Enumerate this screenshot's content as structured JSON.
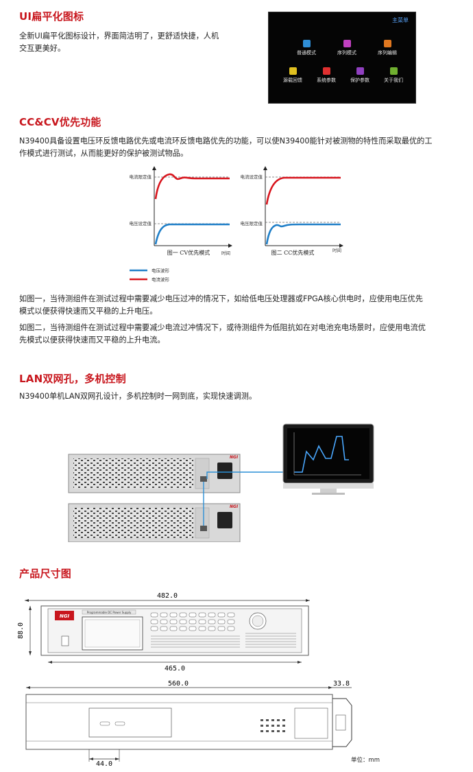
{
  "sections": {
    "ui": {
      "heading": "UI扁平化图标",
      "text_l1": "全新UI扁平化图标设计，界面简洁明了，更舒适快捷，人机",
      "text_l2": "交互更美好。"
    },
    "cccv": {
      "heading": "CC&CV优先功能",
      "text_l1": "N39400具备设置电压环反馈电路优先或电流环反馈电路优先的功能，可以使N39400能针对被测物的特性而采取最优的工",
      "text_l2": "作模式进行测试，从而能更好的保护被测试物品。",
      "para1_l1": "如图一，当待测组件在测试过程中需要减少电压过冲的情况下，如给低电压处理器或FPGA核心供电时，应使用电压优先",
      "para1_l2": "模式以便获得快速而又平稳的上升电压。",
      "para2_l1": "如图二，当待测组件在测试过程中需要减少电流过冲情况下，或待测组件为低阻抗如在对电池充电场景时，应使用电流优",
      "para2_l2": "先模式以便获得快速而又平稳的上升电流。"
    },
    "lan": {
      "heading": "LAN双网孔，多机控制",
      "text": "N39400单机LAN双网孔设计，多机控制时一网到底，实现快速调测。",
      "brand": "NGI"
    },
    "dims": {
      "heading": "产品尺寸图",
      "width_total": "482.0",
      "width_body": "465.0",
      "height": "88.0",
      "depth": "560.0",
      "rear": "33.8",
      "handle": "44.0",
      "unit": "单位：mm",
      "model_label": "Programmable DC Power Supply"
    }
  },
  "menu": {
    "title": "主菜单",
    "items": [
      {
        "label": "普通模式",
        "color": "#2f8fd8"
      },
      {
        "label": "序列模式",
        "color": "#c040c0"
      },
      {
        "label": "序列编辑",
        "color": "#e07820"
      },
      {
        "label": "源载回馈",
        "color": "#e0c020"
      },
      {
        "label": "系统参数",
        "color": "#e03030"
      },
      {
        "label": "保护参数",
        "color": "#9040c0"
      },
      {
        "label": "关于我们",
        "color": "#70b030"
      }
    ]
  },
  "charts": {
    "fig1": {
      "caption": "图一  CV优先模式",
      "top_label": "电流限定值",
      "bottom_label": "电压设定值",
      "time_label": "时间"
    },
    "fig2": {
      "caption": "图二  CC优先模式",
      "top_label": "电流设定值",
      "bottom_label": "电压限定值",
      "time_label": "时间"
    },
    "legend": {
      "voltage": "电压波形",
      "current": "电流波形",
      "voltage_color": "#1f7fc8",
      "current_color": "#d8141c"
    }
  }
}
